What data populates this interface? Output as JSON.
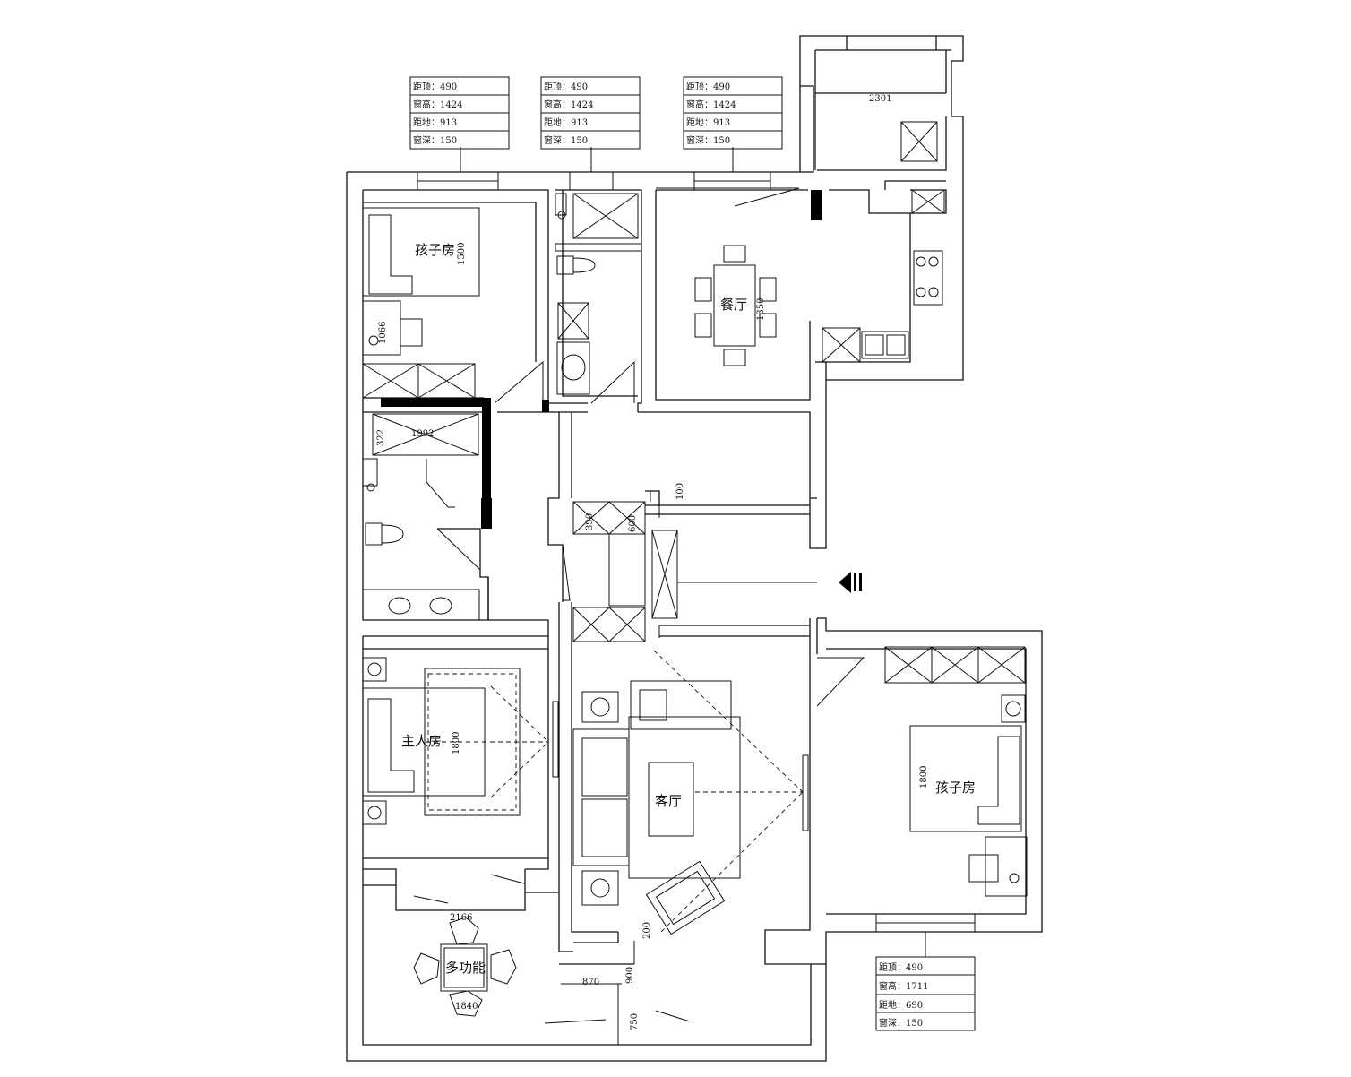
{
  "rooms": {
    "kids_room_1": "孩子房",
    "dining": "餐厅",
    "master_bedroom": "主人房",
    "living": "客厅",
    "kids_room_2": "孩子房",
    "multi": "多功能"
  },
  "dimensions": {
    "bed1": "1500",
    "desk1": "1066",
    "bath_tub": "1992",
    "bath_side": "322",
    "table": "1350",
    "balcony": "2301",
    "corridor": "100",
    "cab_a": "390",
    "cab_b": "600",
    "master_bed": "1800",
    "kids_bed2": "1800",
    "multi_top": "2166",
    "multi_bottom": "1840",
    "lower_200": "200",
    "lower_870": "870",
    "lower_900": "900",
    "lower_750": "750"
  },
  "window_specs": [
    {
      "lines": [
        "距顶：490",
        "窗高：1424",
        "距地：913",
        "窗深：150"
      ]
    },
    {
      "lines": [
        "距顶：490",
        "窗高：1424",
        "距地：913",
        "窗深：150"
      ]
    },
    {
      "lines": [
        "距顶：490",
        "窗高：1424",
        "距地：913",
        "窗深：150"
      ]
    },
    {
      "lines": [
        "距顶：490",
        "窗高：1711",
        "距地：690",
        "窗深：150"
      ]
    }
  ],
  "icons": [
    "entrance-arrow-icon",
    "stove-icon",
    "sink-icon",
    "toilet-icon",
    "wash-basin-icon",
    "lamp-icon",
    "bed-icon",
    "sofa-icon",
    "armchair-icon",
    "wardrobe-icon"
  ]
}
